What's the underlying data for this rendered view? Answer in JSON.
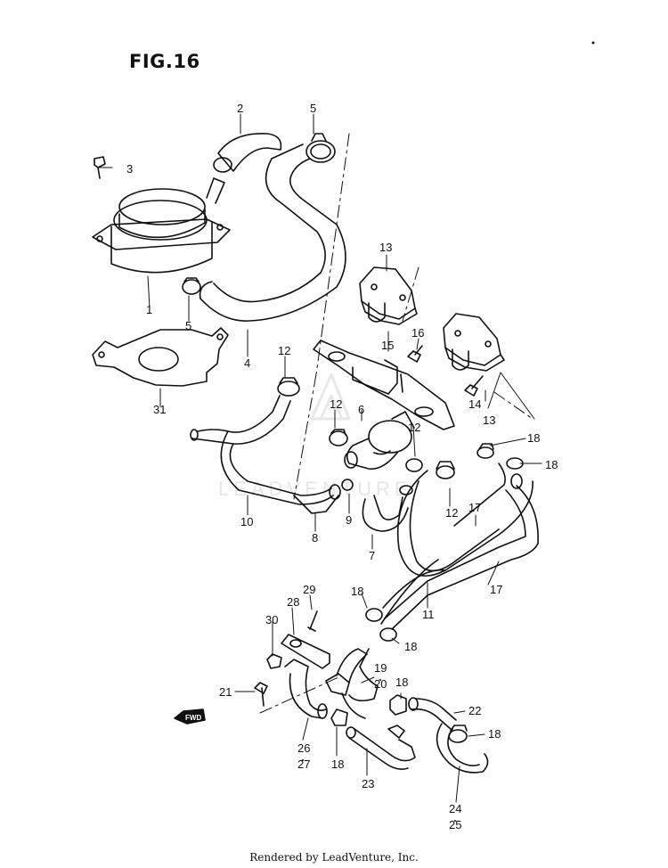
{
  "figure": {
    "title": "FIG.16",
    "watermark": "LEADVENTURE",
    "direction_marker": "FWD"
  },
  "callouts": {
    "c1": "1",
    "c2": "2",
    "c3": "3",
    "c4": "4",
    "c5a": "5",
    "c5b": "5",
    "c6": "6",
    "c7": "7",
    "c8": "8",
    "c9": "9",
    "c10": "10",
    "c11": "11",
    "c12a": "12",
    "c12b": "12",
    "c12c": "12",
    "c12d": "12",
    "c13a": "13",
    "c13b": "13",
    "c14": "14",
    "c15": "15",
    "c16": "16",
    "c17a": "17",
    "c17b": "17",
    "c18a": "18",
    "c18b": "18",
    "c18c": "18",
    "c18d": "18",
    "c18e": "18",
    "c18f": "18",
    "c18g": "18",
    "c19": "19",
    "c20": "20",
    "c21": "21",
    "c22": "22",
    "c23": "23",
    "c24": "24",
    "c25": "25",
    "c26": "26",
    "c27": "27",
    "c28": "28",
    "c29": "29",
    "c30": "30",
    "c31": "31"
  },
  "footer": {
    "text": "Rendered by LeadVenture, Inc."
  },
  "colors": {
    "line": "#111111",
    "paper": "#ffffff",
    "watermark": "#e6e6e6"
  }
}
